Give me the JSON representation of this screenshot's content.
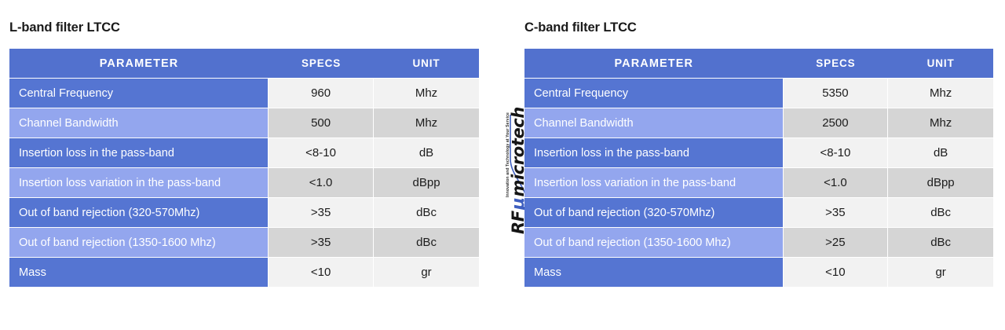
{
  "colors": {
    "header_blue": "#5271ce",
    "row_param_odd": "#5575d2",
    "row_param_even": "#93a6ee",
    "row_value_odd": "#f2f2f2",
    "row_value_even": "#d5d5d5",
    "page_background": "#ffffff",
    "title_text": "#1a1a1a",
    "logo_accent": "#3f5fc0"
  },
  "brand": {
    "name_prefix": "RF",
    "name_symbol": "μ",
    "name_suffix": "microtech",
    "tagline": "Innovation and Technology at Your Service",
    "logo_icon": "rf-microtech-logo"
  },
  "tables": [
    {
      "id": "l-band",
      "title": "L-band filter LTCC",
      "columns": [
        "PARAMETER",
        "SPECS",
        "UNIT"
      ],
      "rows": [
        {
          "parameter": "Central Frequency",
          "specs": "960",
          "unit": "Mhz"
        },
        {
          "parameter": "Channel Bandwidth",
          "specs": "500",
          "unit": "Mhz"
        },
        {
          "parameter": "Insertion loss in the pass-band",
          "specs": "<8-10",
          "unit": "dB"
        },
        {
          "parameter": " Insertion loss variation in the pass-band",
          "specs": "<1.0",
          "unit": "dBpp"
        },
        {
          "parameter": "Out of band rejection (320-570Mhz)",
          "specs": ">35",
          "unit": "dBc"
        },
        {
          "parameter": "Out of band rejection (1350-1600 Mhz)",
          "specs": ">35",
          "unit": "dBc"
        },
        {
          "parameter": "Mass",
          "specs": "<10",
          "unit": "gr"
        }
      ]
    },
    {
      "id": "c-band",
      "title": "C-band filter LTCC",
      "columns": [
        "PARAMETER",
        "SPECS",
        "UNIT"
      ],
      "rows": [
        {
          "parameter": "Central Frequency",
          "specs": "5350",
          "unit": "Mhz"
        },
        {
          "parameter": "Channel Bandwidth",
          "specs": "2500",
          "unit": "Mhz"
        },
        {
          "parameter": "Insertion loss in the pass-band",
          "specs": "<8-10",
          "unit": "dB"
        },
        {
          "parameter": " Insertion loss variation in the pass-band",
          "specs": "<1.0",
          "unit": "dBpp"
        },
        {
          "parameter": "Out of band rejection (320-570Mhz)",
          "specs": ">35",
          "unit": "dBc"
        },
        {
          "parameter": "Out of band rejection (1350-1600 Mhz)",
          "specs": ">25",
          "unit": "dBc"
        },
        {
          "parameter": "Mass",
          "specs": "<10",
          "unit": "gr"
        }
      ]
    }
  ]
}
